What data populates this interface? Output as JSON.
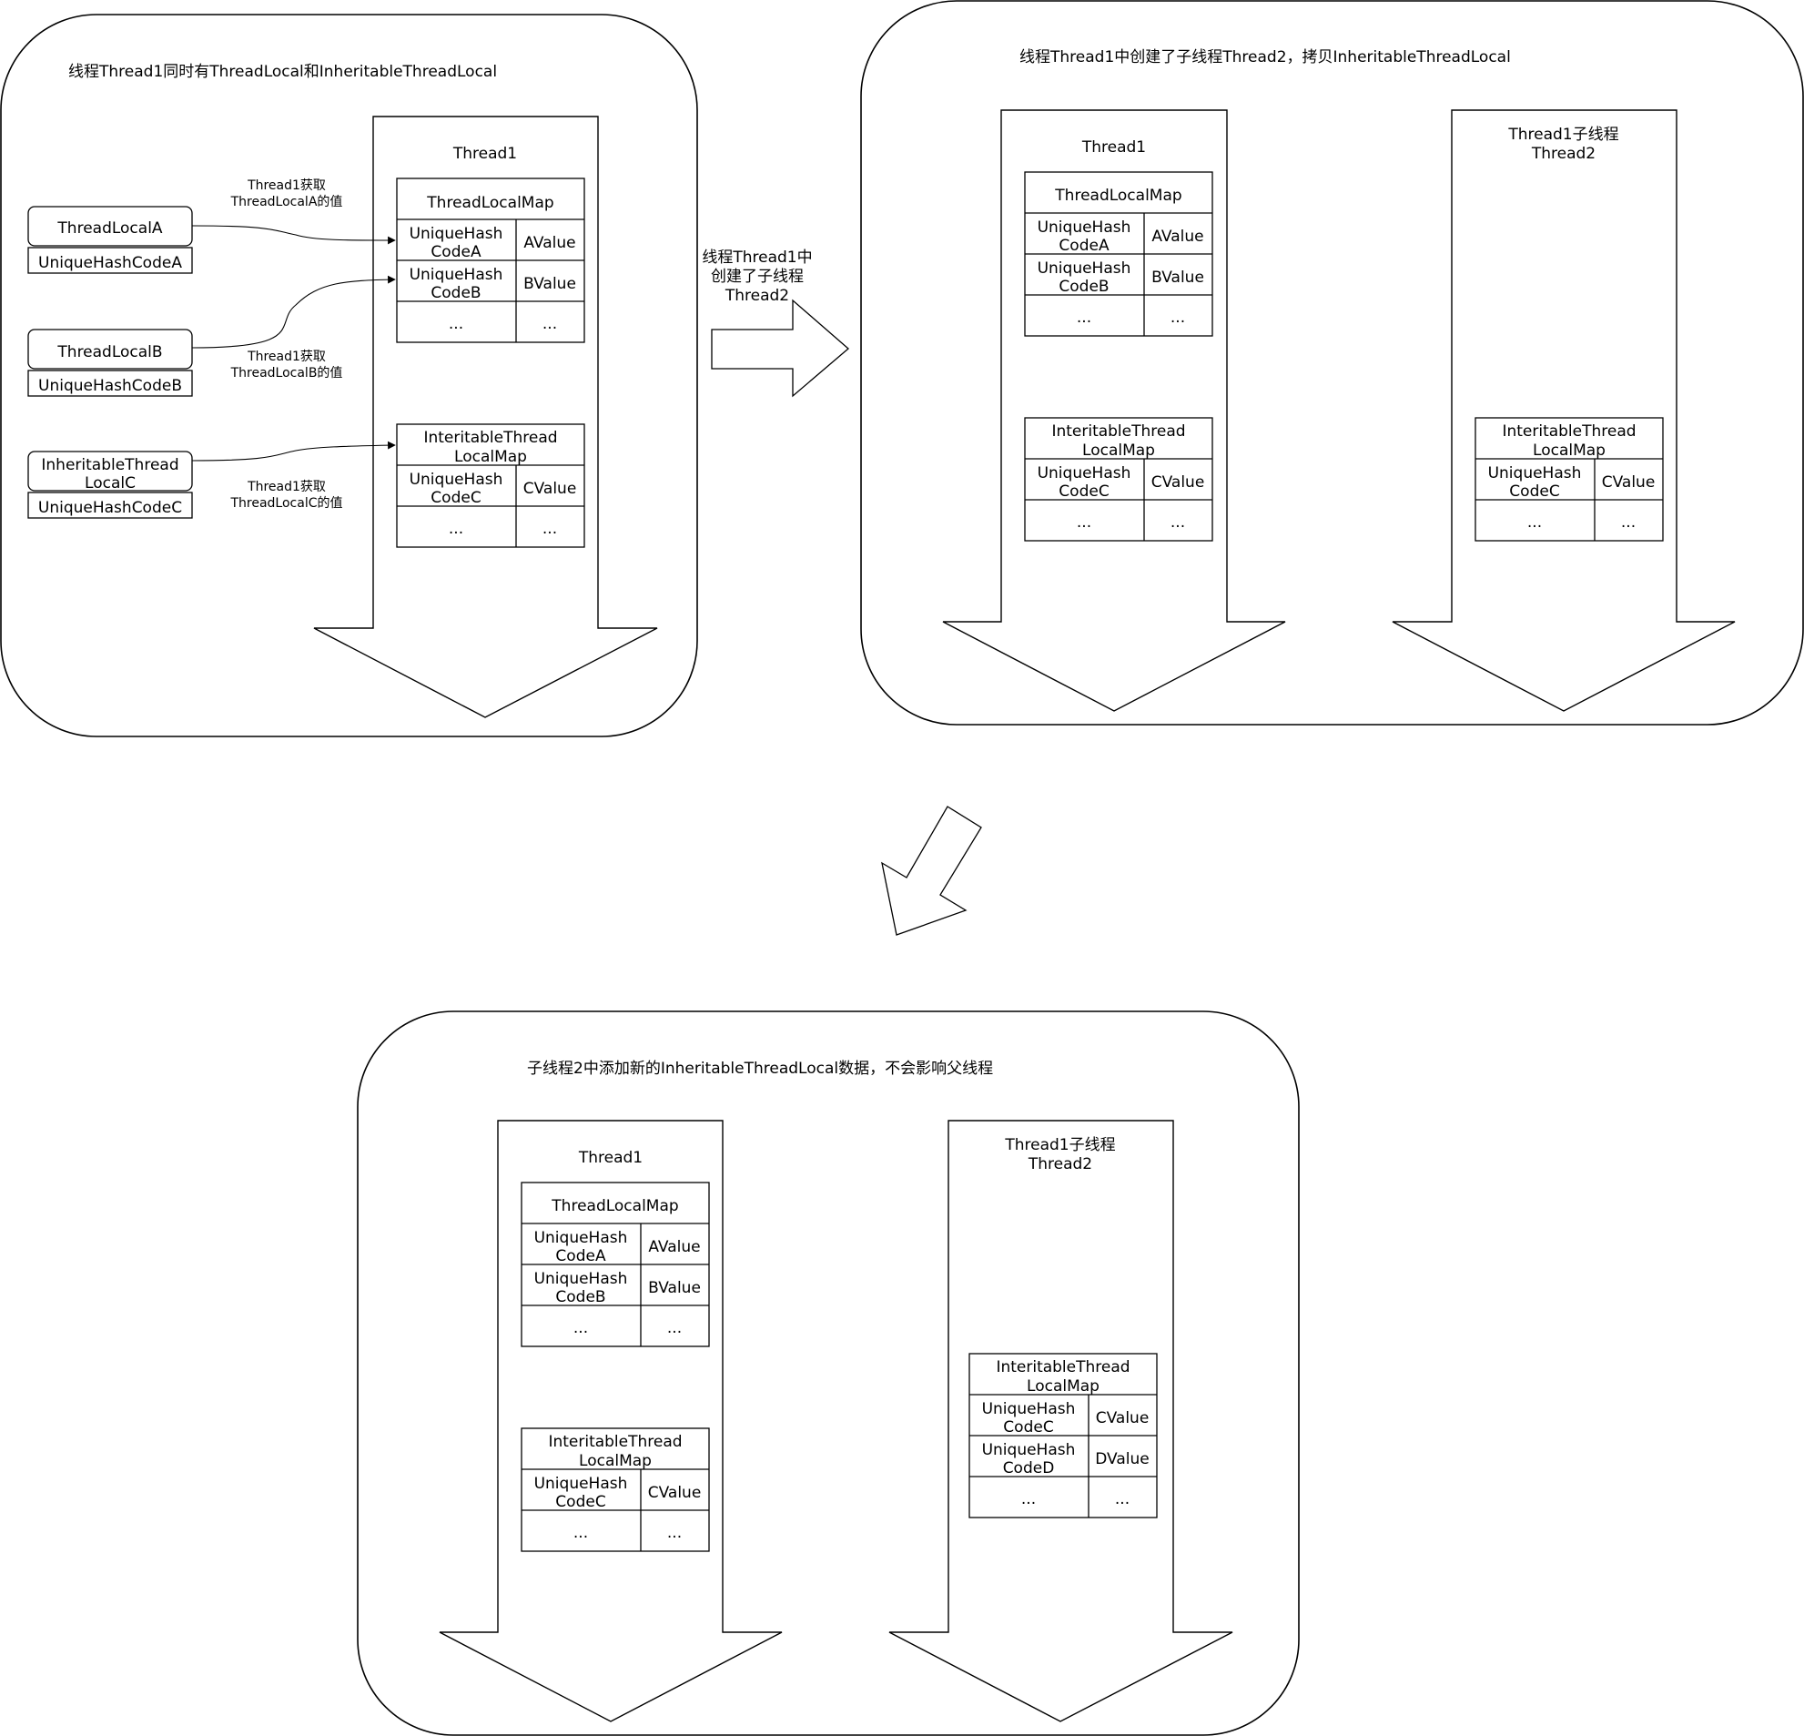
{
  "panel1": {
    "title": "线程Thread1同时有ThreadLocal和InheritableThreadLocal",
    "thread_label": "Thread1",
    "map_a": {
      "title": "ThreadLocalMap",
      "rows": [
        {
          "k1": "UniqueHash",
          "k2": "CodeA",
          "v": "AValue"
        },
        {
          "k1": "UniqueHash",
          "k2": "CodeB",
          "v": "BValue"
        },
        {
          "k1": "...",
          "k2": "",
          "v": "..."
        }
      ]
    },
    "map_b": {
      "title1": "InteritableThread",
      "title2": "LocalMap",
      "rows": [
        {
          "k1": "UniqueHash",
          "k2": "CodeC",
          "v": "CValue"
        },
        {
          "k1": "...",
          "k2": "",
          "v": "..."
        }
      ]
    },
    "locals": [
      {
        "name1": "ThreadLocalA",
        "name2": "",
        "code": "UniqueHashCodeA"
      },
      {
        "name1": "ThreadLocalB",
        "name2": "",
        "code": "UniqueHashCodeB"
      },
      {
        "name1": "InheritableThread",
        "name2": "LocalC",
        "code": "UniqueHashCodeC"
      }
    ],
    "edge_labels": [
      {
        "l1": "Thread1获取",
        "l2": "ThreadLocalA的值"
      },
      {
        "l1": "Thread1获取",
        "l2": "ThreadLocalB的值"
      },
      {
        "l1": "Thread1获取",
        "l2": "ThreadLocalC的值"
      }
    ]
  },
  "transition_arrow": {
    "l1": "线程Thread1中",
    "l2": "创建了子线程",
    "l3": "Thread2"
  },
  "panel2": {
    "title": "线程Thread1中创建了子线程Thread2，拷贝InheritableThreadLocal",
    "thread1_label": "Thread1",
    "thread2_label1": "Thread1子线程",
    "thread2_label2": "Thread2",
    "map_a": {
      "title": "ThreadLocalMap",
      "rows": [
        {
          "k1": "UniqueHash",
          "k2": "CodeA",
          "v": "AValue"
        },
        {
          "k1": "UniqueHash",
          "k2": "CodeB",
          "v": "BValue"
        },
        {
          "k1": "...",
          "k2": "",
          "v": "..."
        }
      ]
    },
    "map_b": {
      "title1": "InteritableThread",
      "title2": "LocalMap",
      "rows": [
        {
          "k1": "UniqueHash",
          "k2": "CodeC",
          "v": "CValue"
        },
        {
          "k1": "...",
          "k2": "",
          "v": "..."
        }
      ]
    },
    "map_c": {
      "title1": "InteritableThread",
      "title2": "LocalMap",
      "rows": [
        {
          "k1": "UniqueHash",
          "k2": "CodeC",
          "v": "CValue"
        },
        {
          "k1": "...",
          "k2": "",
          "v": "..."
        }
      ]
    }
  },
  "panel3": {
    "title": "子线程2中添加新的InheritableThreadLocal数据，不会影响父线程",
    "thread1_label": "Thread1",
    "thread2_label1": "Thread1子线程",
    "thread2_label2": "Thread2",
    "map_a": {
      "title": "ThreadLocalMap",
      "rows": [
        {
          "k1": "UniqueHash",
          "k2": "CodeA",
          "v": "AValue"
        },
        {
          "k1": "UniqueHash",
          "k2": "CodeB",
          "v": "BValue"
        },
        {
          "k1": "...",
          "k2": "",
          "v": "..."
        }
      ]
    },
    "map_b": {
      "title1": "InteritableThread",
      "title2": "LocalMap",
      "rows": [
        {
          "k1": "UniqueHash",
          "k2": "CodeC",
          "v": "CValue"
        },
        {
          "k1": "...",
          "k2": "",
          "v": "..."
        }
      ]
    },
    "map_c": {
      "title1": "InteritableThread",
      "title2": "LocalMap",
      "rows": [
        {
          "k1": "UniqueHash",
          "k2": "CodeC",
          "v": "CValue"
        },
        {
          "k1": "UniqueHash",
          "k2": "CodeD",
          "v": "DValue"
        },
        {
          "k1": "...",
          "k2": "",
          "v": "..."
        }
      ]
    }
  }
}
